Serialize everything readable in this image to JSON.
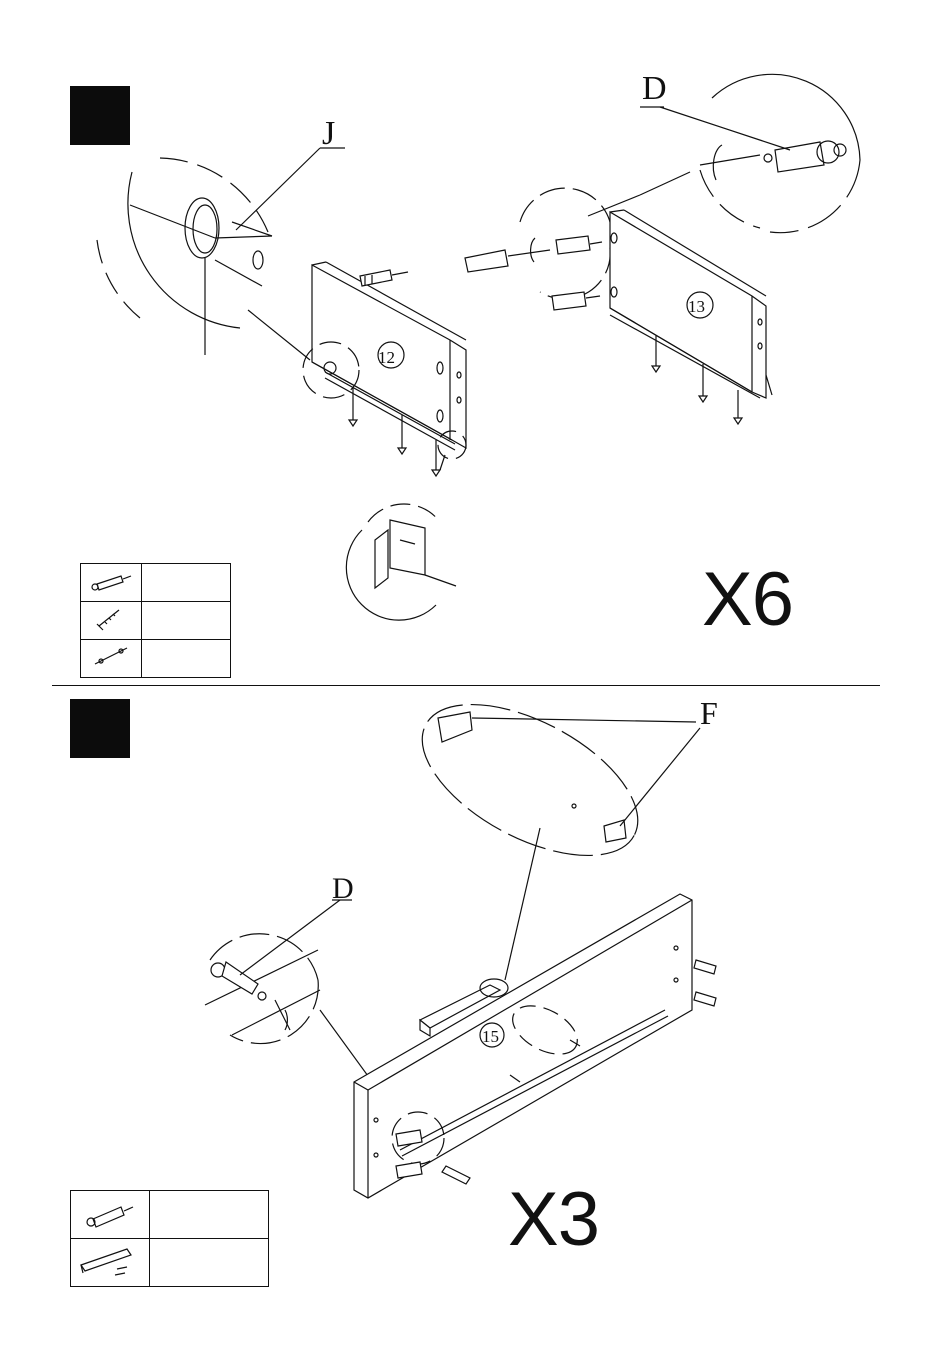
{
  "steps": [
    {
      "part_numbers": [
        "12",
        "13"
      ],
      "callout_labels": [
        "J",
        "D"
      ],
      "multiplier": "X6",
      "parts_table": [
        {
          "icon": "cam-dowel-icon"
        },
        {
          "icon": "screw-icon"
        },
        {
          "icon": "long-bolt-icon"
        }
      ]
    },
    {
      "part_numbers": [
        "15"
      ],
      "callout_labels": [
        "F",
        "D"
      ],
      "multiplier": "X3",
      "parts_table": [
        {
          "icon": "cam-dowel-icon"
        },
        {
          "icon": "handle-with-screws-icon"
        }
      ]
    }
  ],
  "colors": {
    "ink": "#111111",
    "step_box": "#0c0c0c"
  }
}
